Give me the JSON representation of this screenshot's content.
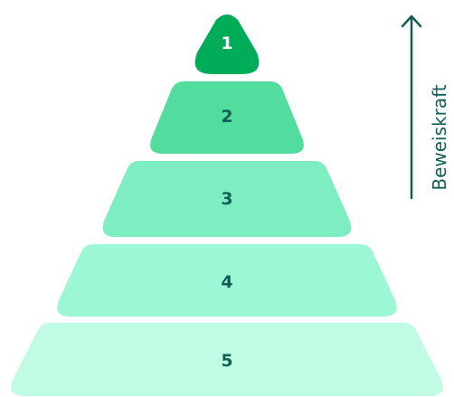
{
  "pyramid": {
    "levels": [
      {
        "label": "1",
        "fill": "#00ac58",
        "text_color": "#ffffff"
      },
      {
        "label": "2",
        "fill": "#52dc9e",
        "text_color": "#115e57"
      },
      {
        "label": "3",
        "fill": "#7eedc2",
        "text_color": "#115e57"
      },
      {
        "label": "4",
        "fill": "#9cf7d4",
        "text_color": "#115e57"
      },
      {
        "label": "5",
        "fill": "#c0fbe4",
        "text_color": "#115e57"
      }
    ]
  },
  "axis": {
    "label": "Beweiskraft",
    "direction": "up",
    "color": "#115e57"
  }
}
